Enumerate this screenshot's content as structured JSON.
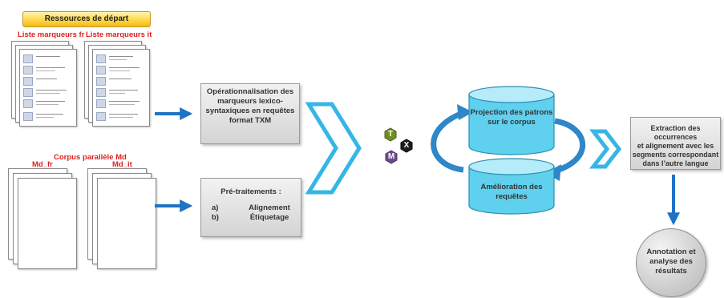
{
  "resources": {
    "title": "Ressources de départ",
    "markers_fr_label": "Liste marqueurs fr",
    "markers_it_label": "Liste marqueurs it",
    "corpus_label": "Corpus parallèle Md",
    "md_fr_label": "Md_fr",
    "md_it_label": "Md_it"
  },
  "steps": {
    "operationalisation": [
      "Opérationnalisation des",
      "marqueurs lexico-",
      "syntaxiques en requêtes",
      "format TXM"
    ],
    "pretraitements": {
      "title": "Pré-traitements :",
      "items": [
        {
          "marker": "a)",
          "label": "Alignement"
        },
        {
          "marker": "b)",
          "label": "Étiquetage"
        }
      ]
    },
    "txm_letters": {
      "t": "T",
      "x": "X",
      "m": "M"
    },
    "projection": [
      "Projection des patrons",
      "sur le corpus"
    ],
    "amelioration": [
      "Amélioration des",
      "requêtes"
    ],
    "extraction": [
      "Extraction des occurrences",
      "et alignement avec les",
      "segments correspondant",
      "dans l’autre langue"
    ],
    "annotation": [
      "Annotation et",
      "analyse des",
      "résultats"
    ]
  },
  "colors": {
    "arrow_blue": "#1f73c4",
    "chevron_cyan": "#36b6e6",
    "cylinder_cyan": "#5fd0ee",
    "label_red": "#e0201f",
    "txm_green": "#6f8f1f",
    "txm_black": "#1f1f1f",
    "txm_purple": "#6a4c8a"
  }
}
